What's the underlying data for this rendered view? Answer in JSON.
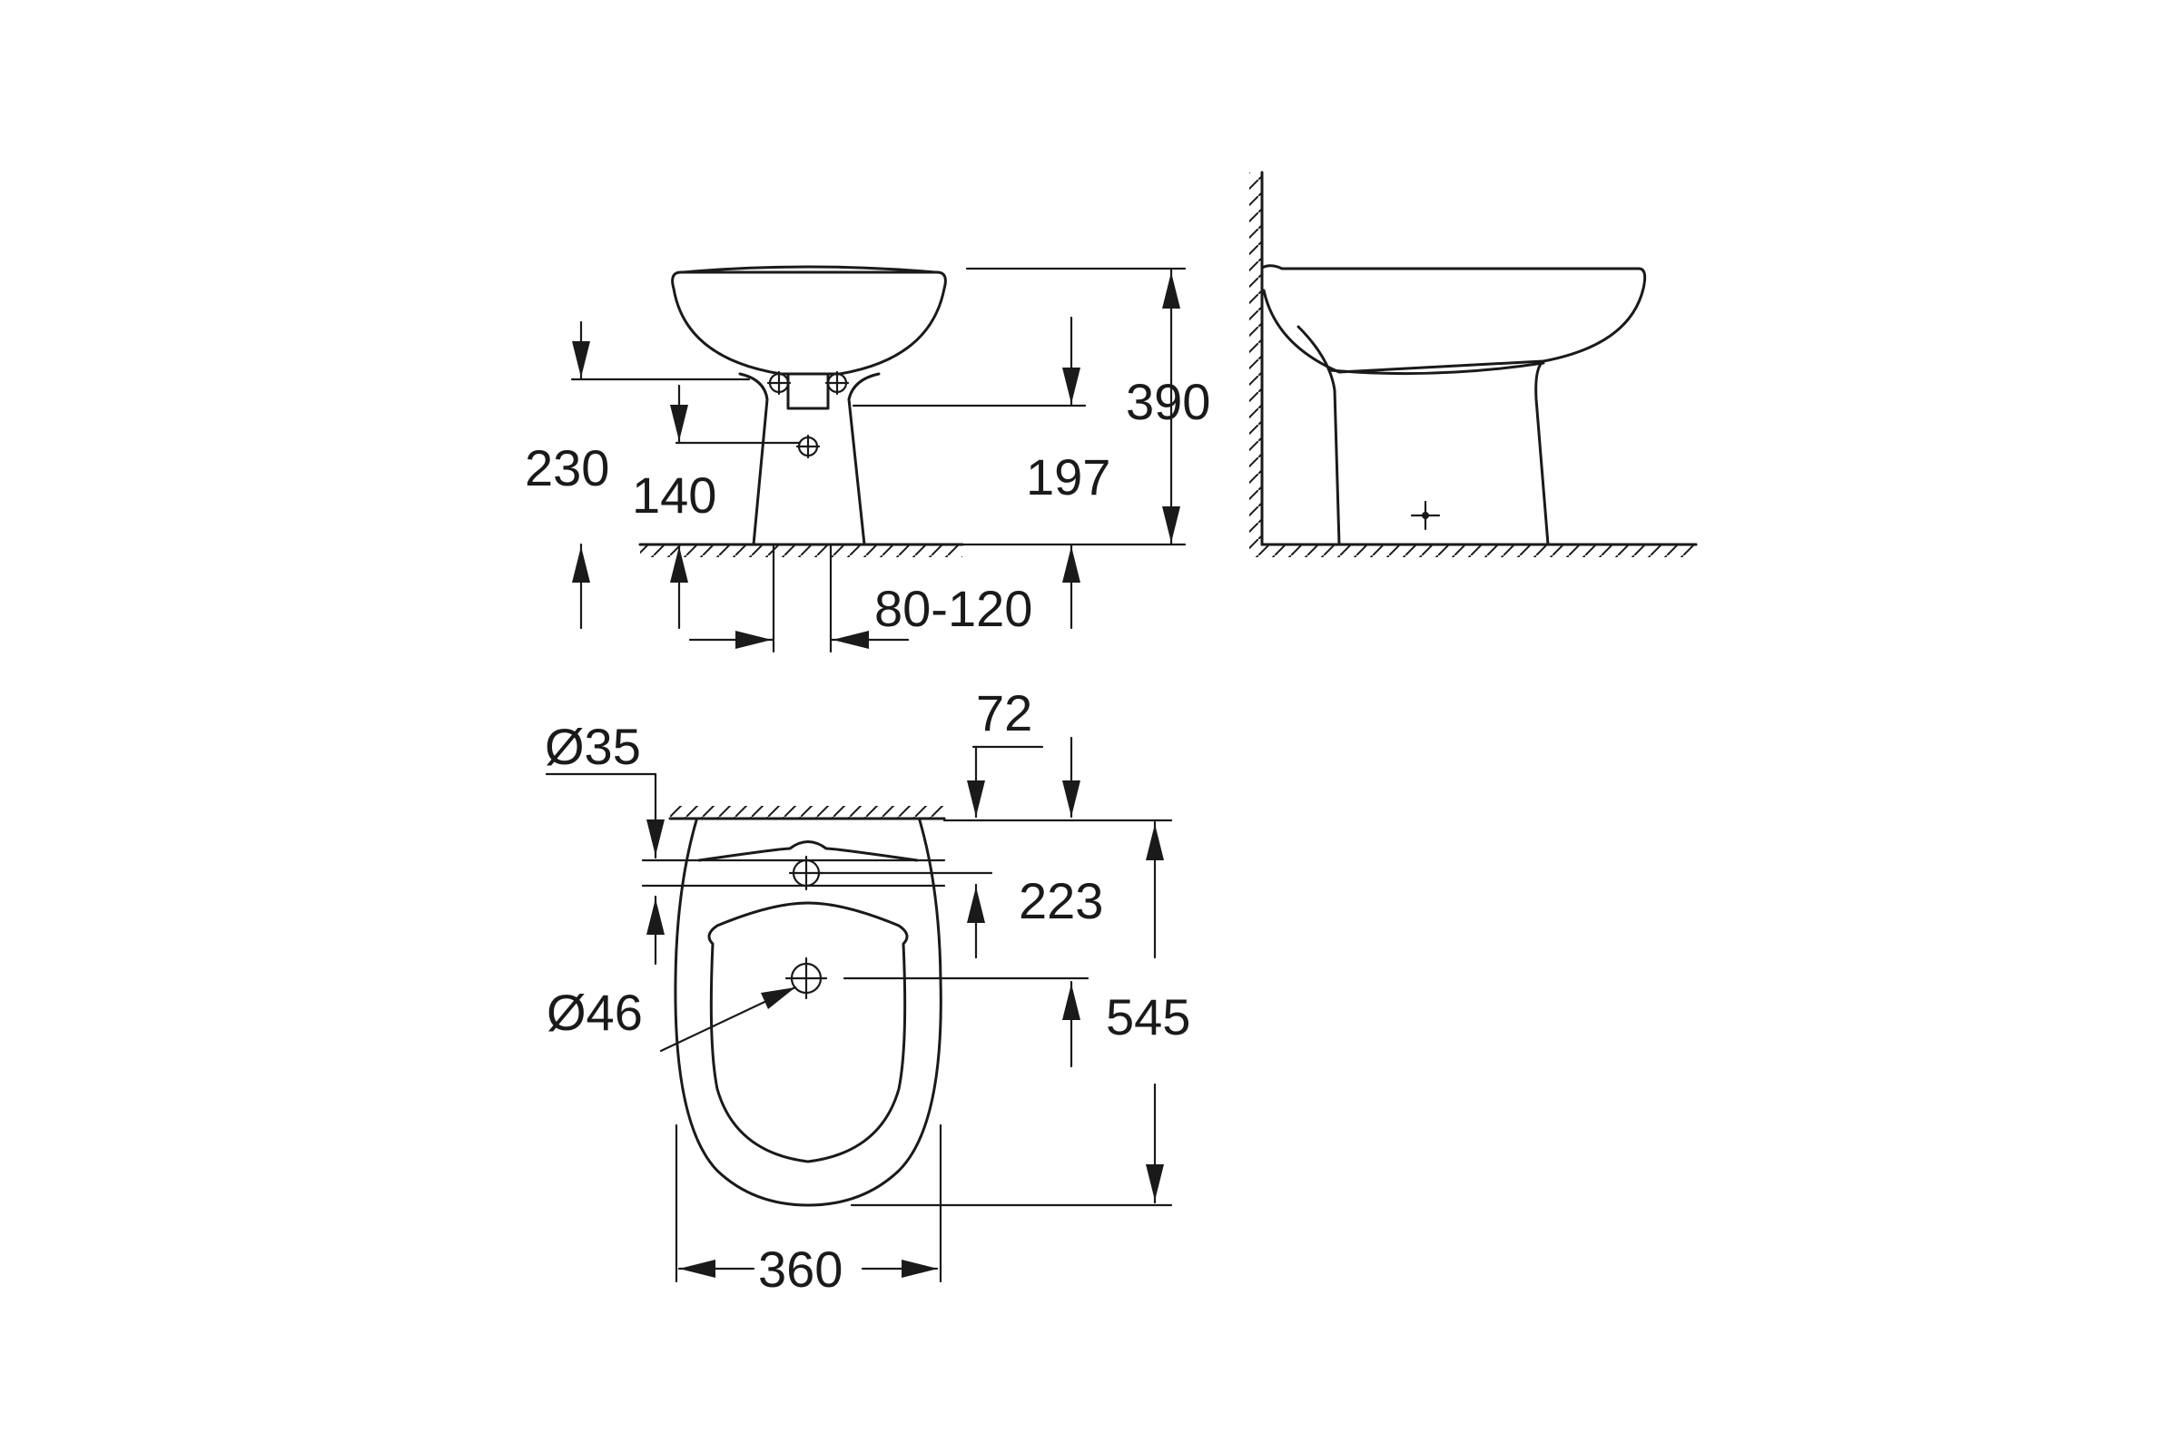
{
  "drawing": {
    "dimensions": {
      "d390": "390",
      "d230": "230",
      "d140": "140",
      "d197": "197",
      "d80_120": "80-120",
      "d72": "72",
      "d35": "Ø35",
      "d223": "223",
      "d46": "Ø46",
      "d545": "545",
      "d360": "360"
    },
    "line_color": "#1a1a1a",
    "background": "#ffffff"
  }
}
